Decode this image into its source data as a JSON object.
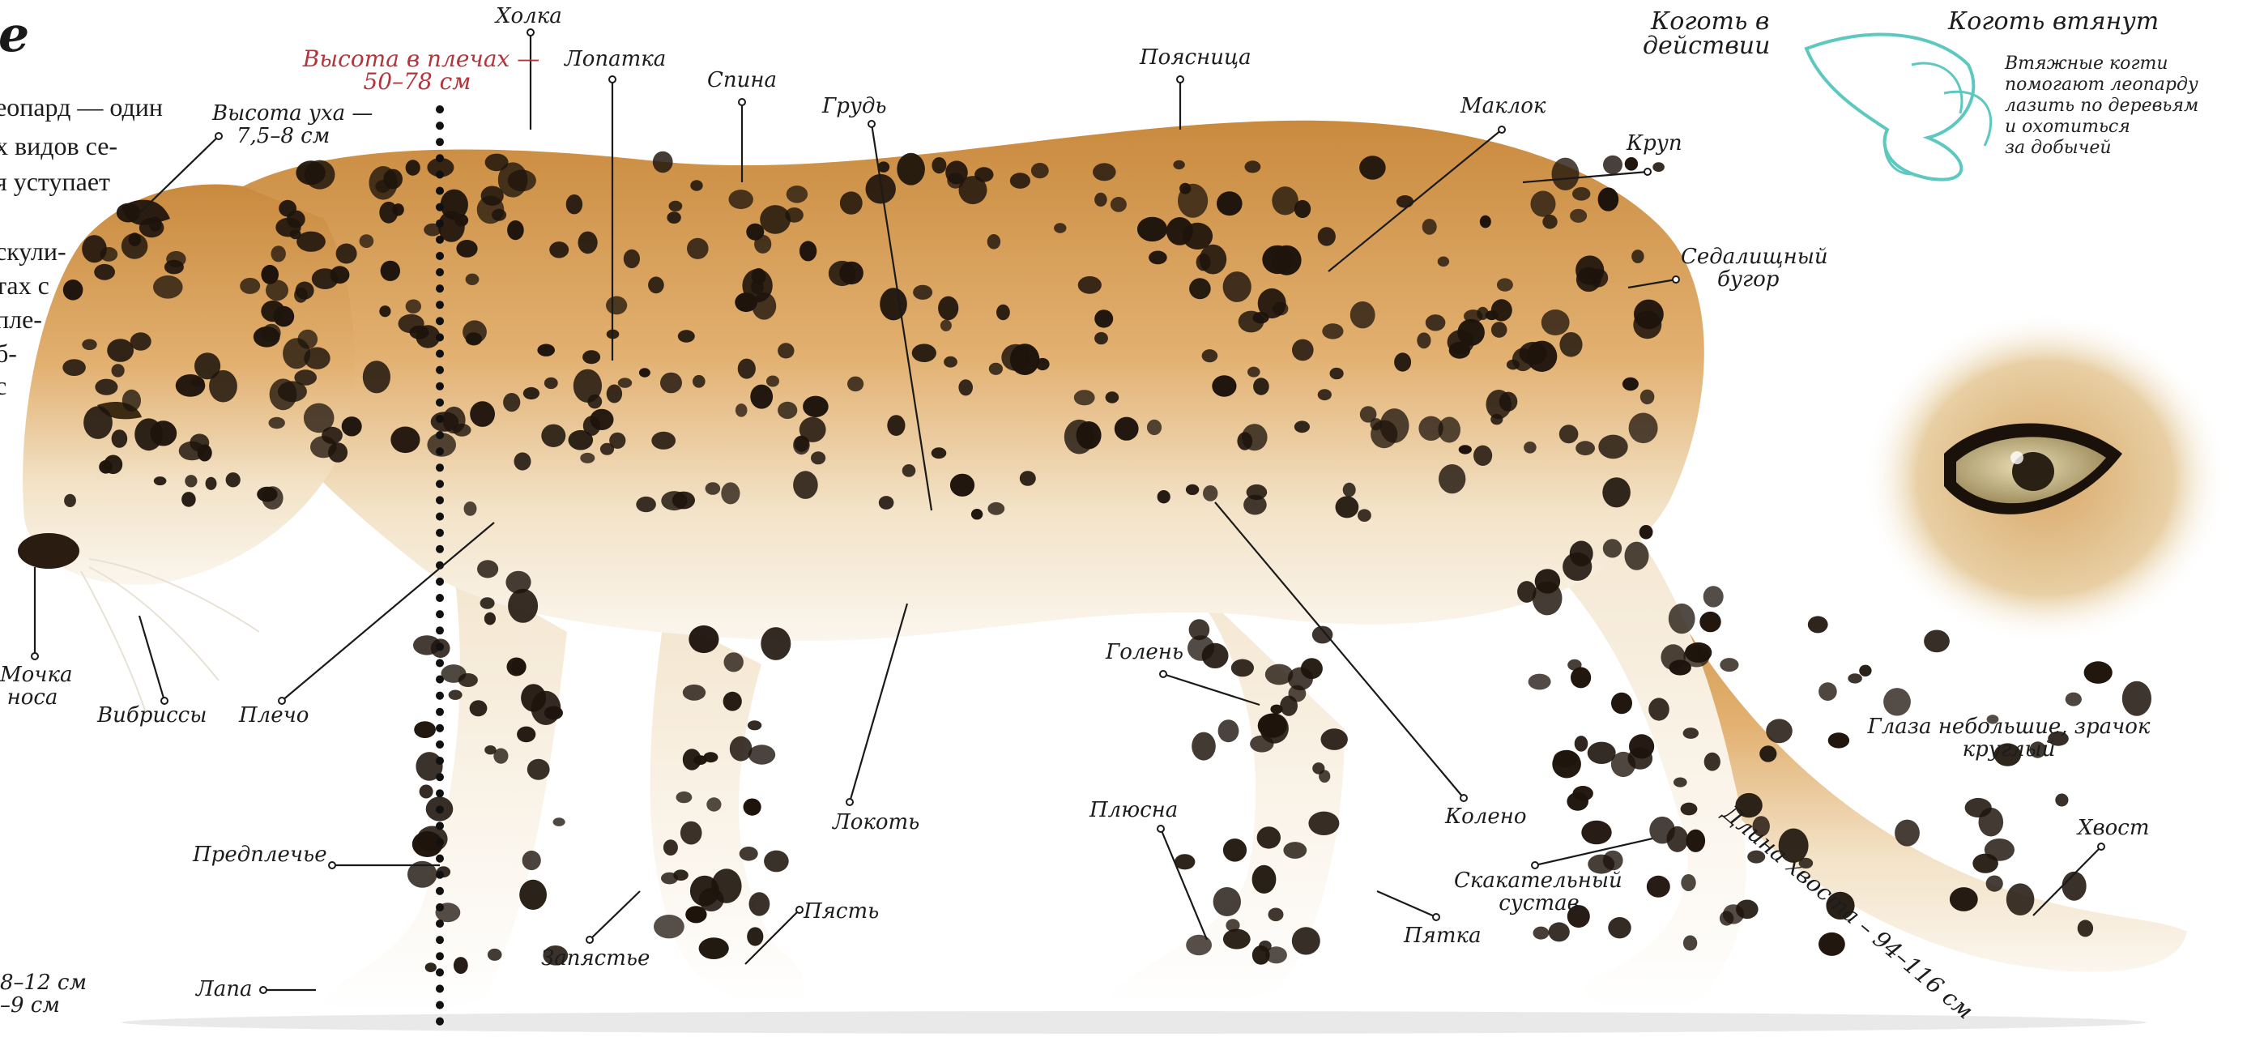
{
  "intro": {
    "heading_fragment": "е",
    "lines": [
      "еопард — один",
      "х видов се-",
      "я уступает",
      "",
      "скули-",
      "тах с",
      "пле-",
      "б-",
      "с"
    ]
  },
  "measurements": {
    "shoulder_height": [
      "Высота в плечах —",
      "50–78 см"
    ],
    "ear_height": [
      "Высота уха —",
      "7,5–8 см"
    ],
    "tail_length": "Длина хвоста – 94–116 см",
    "paw_sizes": [
      "8–12 см",
      "–9 см"
    ]
  },
  "labels": {
    "withers": "Холка",
    "shoulder_blade": "Лопатка",
    "back": "Спина",
    "chest": "Грудь",
    "loin": "Поясница",
    "hip": "Маклок",
    "croup": "Круп",
    "ischial_tuberosity": [
      "Седалищный",
      "бугор"
    ],
    "nose": [
      "Мочка",
      "носа"
    ],
    "whiskers": "Вибриссы",
    "shoulder": "Плечо",
    "forearm": "Предплечье",
    "paw": "Лапа",
    "wrist": "Запястье",
    "metacarpus": "Пясть",
    "elbow": "Локоть",
    "shin": "Голень",
    "metatarsus": "Плюсна",
    "knee": "Колено",
    "hock": [
      "Скакательный",
      "сустав"
    ],
    "heel": "Пятка",
    "tail": "Хвост"
  },
  "claws": {
    "in_action": [
      "Коготь в",
      "действии"
    ],
    "retracted": "Коготь втянут",
    "note": [
      "Втяжные когти",
      "помогают леопарду",
      "лазить по деревьям",
      "и охотиться",
      "за добычей"
    ]
  },
  "eye": {
    "caption": [
      "Глаза небольшие, зрачок",
      "круглый"
    ]
  },
  "colors": {
    "fur": "#d9a25a",
    "spot": "#1e140c",
    "accent_red": "#b3343b",
    "claw_teal": "#5cc8c0"
  }
}
